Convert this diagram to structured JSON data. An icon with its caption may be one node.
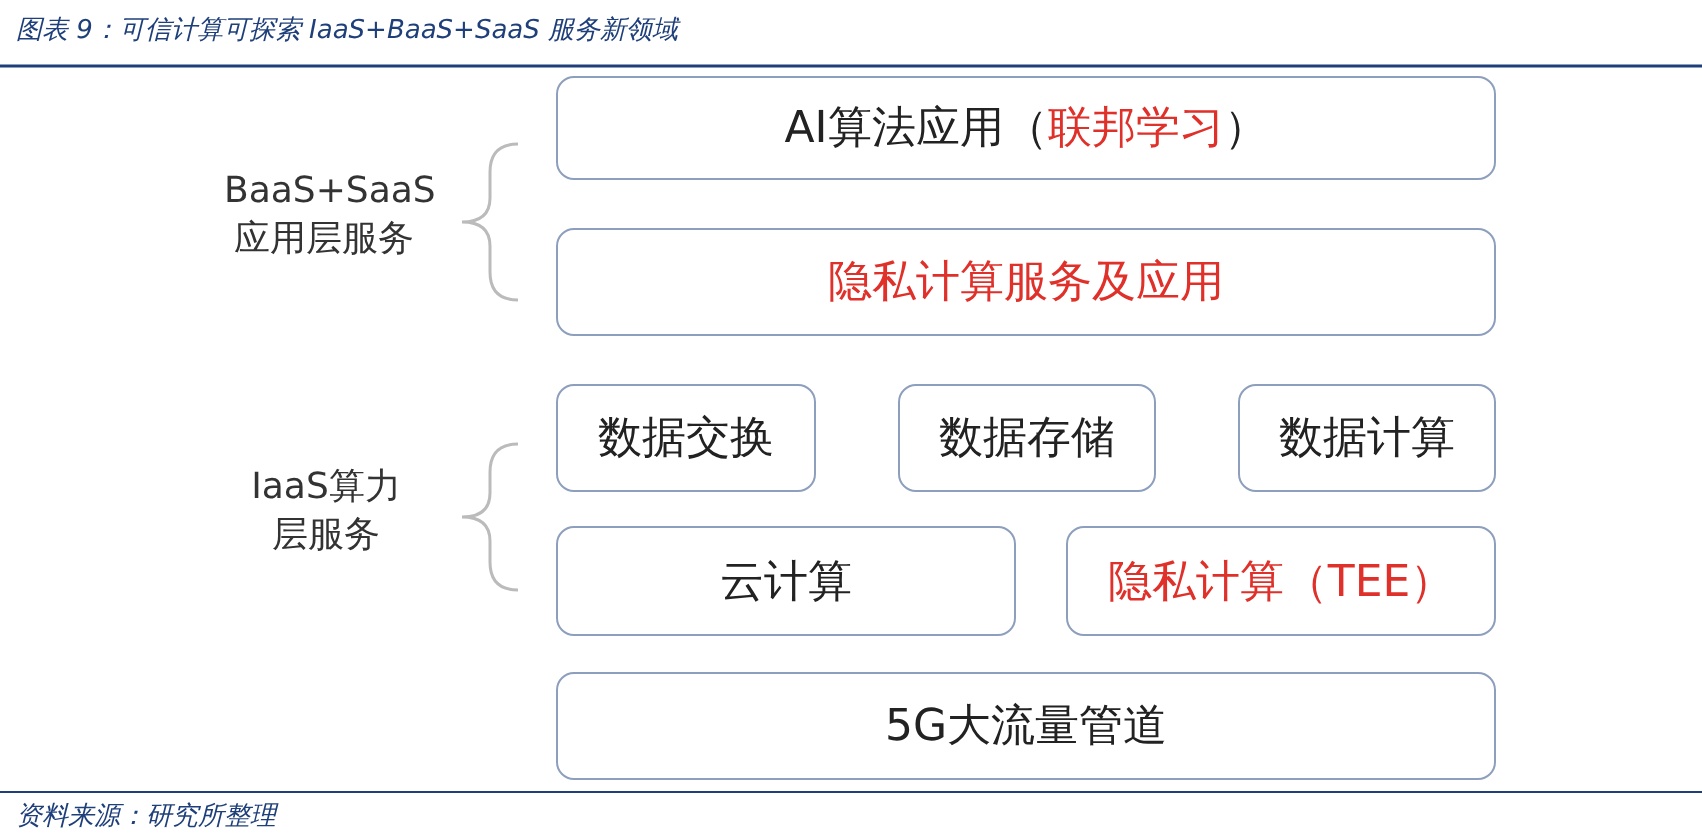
{
  "diagram": {
    "title": "图表 9：可信计算可探索 IaaS+BaaS+SaaS 服务新领域",
    "nodes": [
      {
        "text": [
          "AI算法应用（联邦学习）"
        ]
      },
      {
        "text": [
          "隐私计算服务及应用"
        ]
      },
      {
        "text": [
          "数据交换"
        ]
      },
      {
        "text": [
          "数据存储"
        ]
      },
      {
        "text": [
          "数据计算"
        ]
      },
      {
        "text": [
          "云计算"
        ]
      },
      {
        "text": [
          "隐私计算（TEE）"
        ]
      },
      {
        "text": [
          "5G大流量管道"
        ]
      }
    ],
    "labels": [
      "BaaS+SaaS应用层服务",
      "IaaS算力层服务"
    ],
    "caption": "资料来源：研究所整理"
  }
}
